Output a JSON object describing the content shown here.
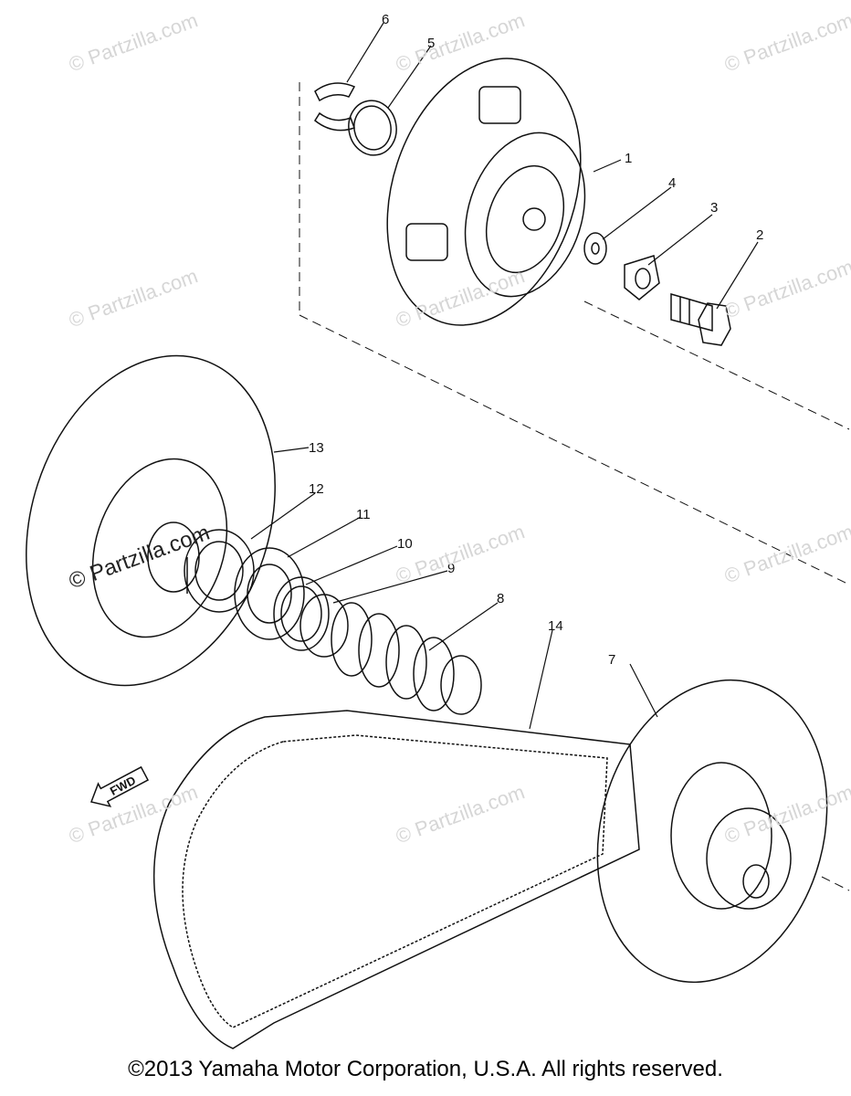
{
  "watermark": "© Partzilla.com",
  "callouts": {
    "c1": "1",
    "c2": "2",
    "c3": "3",
    "c4": "4",
    "c5": "5",
    "c6": "6",
    "c7": "7",
    "c8": "8",
    "c9": "9",
    "c10": "10",
    "c11": "11",
    "c12": "12",
    "c13": "13",
    "c14": "14"
  },
  "fwd_label": "FWD",
  "copyright": "©2013  Yamaha Motor Corporation, U.S.A. All rights reserved."
}
